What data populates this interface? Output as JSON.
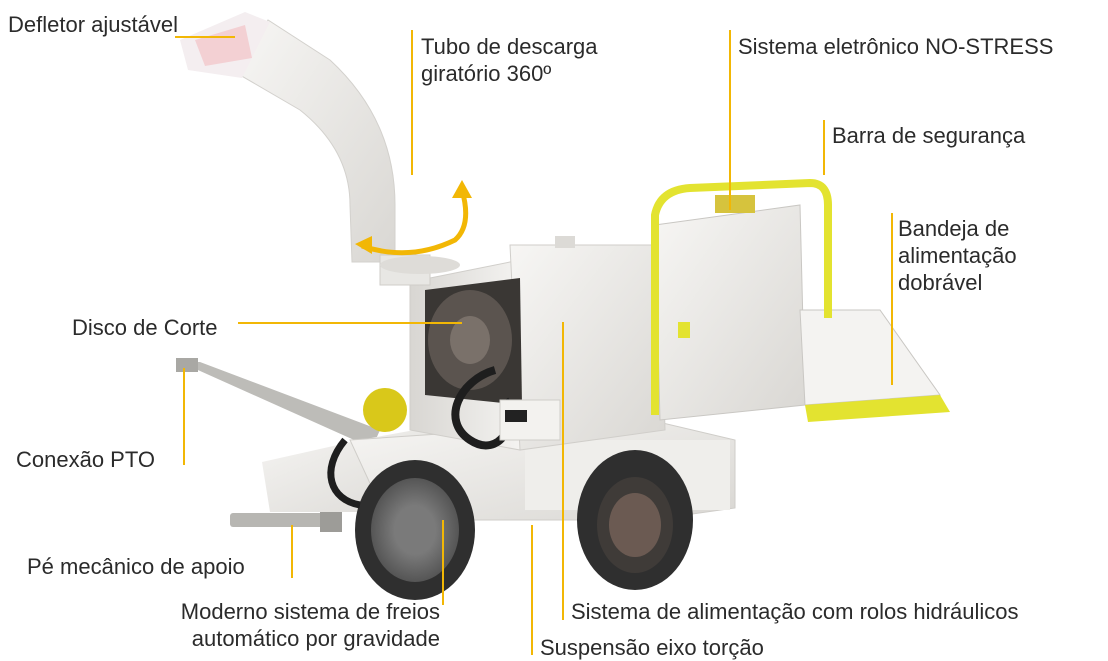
{
  "colors": {
    "leader_line": "#f2b705",
    "label_text": "#2b2b2b",
    "machine_body": "#ecebe8",
    "safety_bar": "#e3e330",
    "tire": "#2f2f2f",
    "arrow": "#f2b705"
  },
  "labels": {
    "defletor": "Defletor ajustável",
    "tubo_l1": "Tubo de descarga",
    "tubo_l2": "giratório 360º",
    "sistema_eletronico": "Sistema eletrônico NO-STRESS",
    "barra": "Barra de segurança",
    "bandeja_l1": "Bandeja de",
    "bandeja_l2": "alimentação",
    "bandeja_l3": "dobrável",
    "disco": "Disco de Corte",
    "pto": "Conexão PTO",
    "pe": "Pé mecânico de apoio",
    "freios_l1": "Moderno sistema de freios",
    "freios_l2": "automático por gravidade",
    "rolos": "Sistema de alimentação com rolos hidráulicos",
    "suspensao": "Suspensão eixo torção"
  }
}
